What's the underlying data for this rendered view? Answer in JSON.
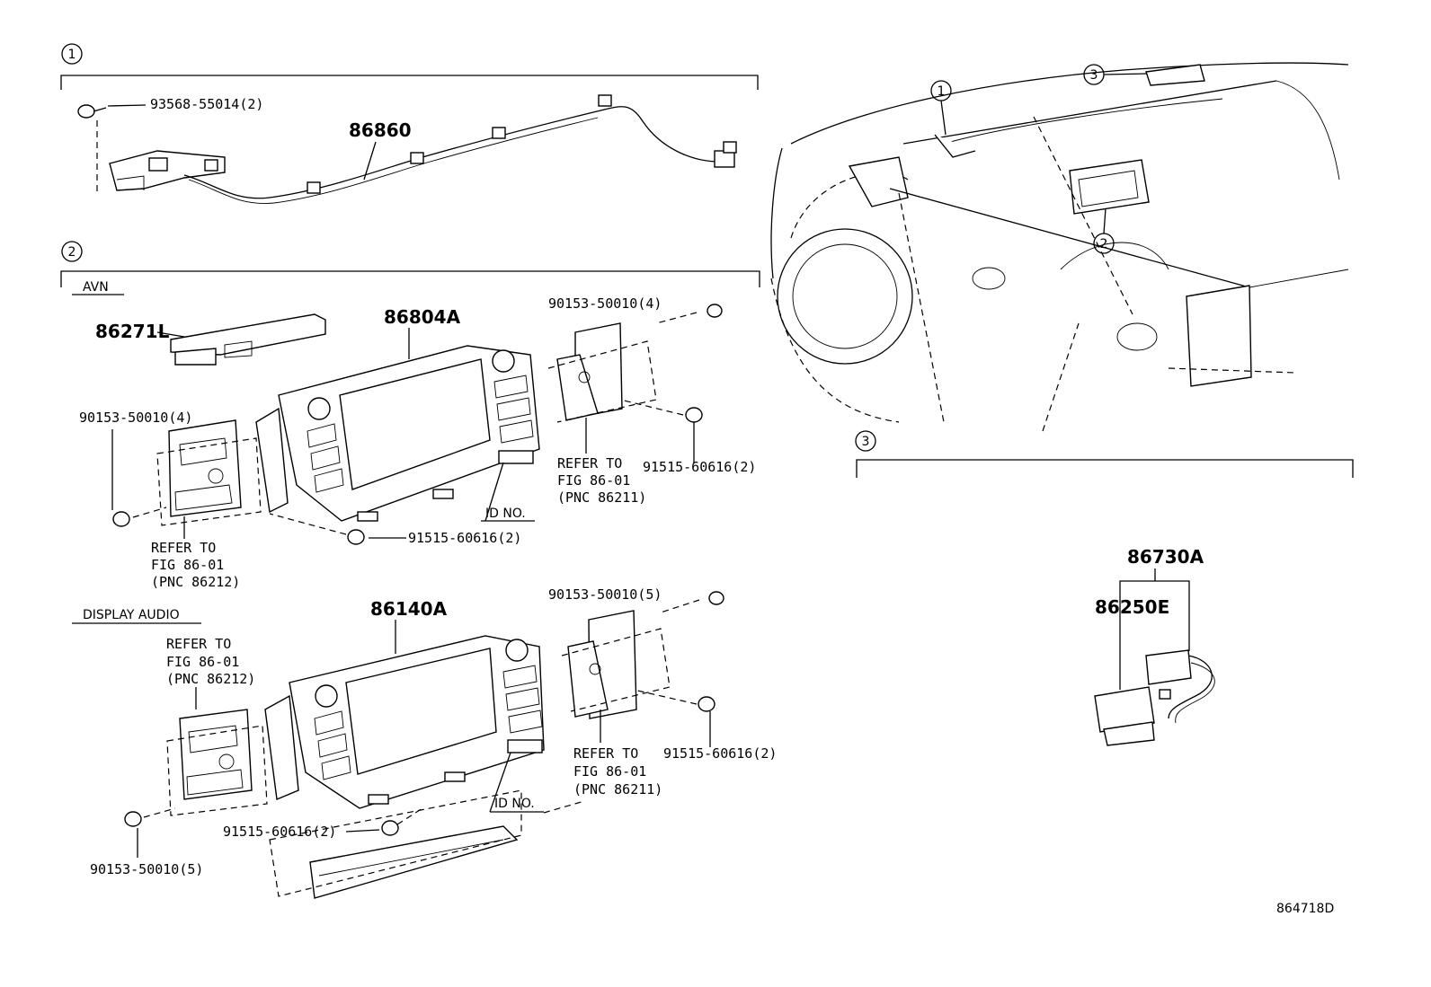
{
  "callouts": [
    "1",
    "2",
    "3",
    "1",
    "2",
    "3"
  ],
  "section1": {
    "screw": "93568-55014(2)",
    "harness": "86860"
  },
  "section2": {
    "avn": {
      "title": "AVN",
      "bracket_top": "86271L",
      "unit": "86804A",
      "screw_tr": "90153-50010(4)",
      "screw_l": "90153-50010(4)",
      "bolt_r": "91515-60616(2)",
      "bolt_b": "91515-60616(2)",
      "id_no": "ID NO.",
      "refer_l": [
        "REFER TO",
        "FIG 86-01",
        "(PNC 86212)"
      ],
      "refer_r": [
        "REFER TO",
        "FIG 86-01",
        "(PNC 86211)"
      ]
    },
    "display_audio": {
      "title": "DISPLAY AUDIO",
      "unit": "86140A",
      "screw_tr": "90153-50010(5)",
      "screw_bl": "90153-50010(5)",
      "bolt_r": "91515-60616(2)",
      "bolt_b": "91515-60616(2)",
      "id_no": "ID NO.",
      "refer_l": [
        "REFER TO",
        "FIG 86-01",
        "(PNC 86212)"
      ],
      "refer_r": [
        "REFER TO",
        "FIG 86-01",
        "(PNC 86211)"
      ]
    }
  },
  "section3": {
    "assembly": "86730A",
    "module": "86250E"
  },
  "figure_id": "864718D"
}
